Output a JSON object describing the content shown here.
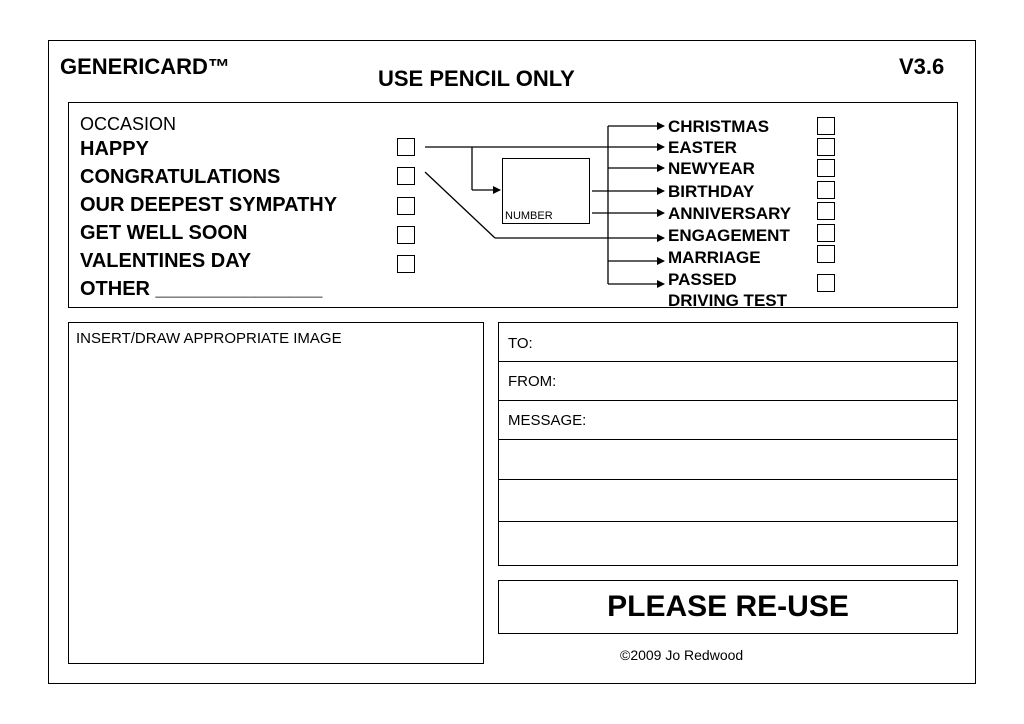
{
  "header": {
    "brand": "GENERICARD™",
    "version": "V3.6",
    "instruction": "USE PENCIL ONLY"
  },
  "occasion": {
    "label": "OCCASION",
    "items": [
      "HAPPY",
      "CONGRATULATIONS",
      "OUR DEEPEST SYMPATHY",
      "GET WELL SOON",
      "VALENTINES DAY"
    ],
    "other": "OTHER _______________"
  },
  "number_box": {
    "label": "NUMBER"
  },
  "events": [
    "CHRISTMAS",
    "EASTER",
    "NEWYEAR",
    "BIRTHDAY",
    "ANNIVERSARY",
    "ENGAGEMENT",
    "MARRIAGE",
    "PASSED",
    "DRIVING TEST"
  ],
  "image_area": {
    "label": "INSERT/DRAW APPROPRIATE IMAGE"
  },
  "fields": {
    "to": "TO:",
    "from": "FROM:",
    "message": "MESSAGE:"
  },
  "footer": {
    "reuse": "PLEASE RE-USE",
    "copyright": "©2009 Jo Redwood"
  }
}
